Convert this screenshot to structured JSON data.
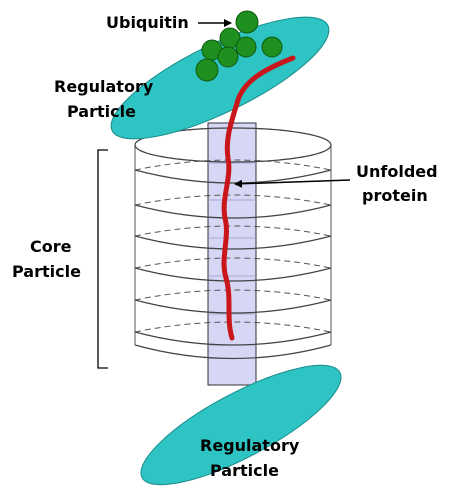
{
  "labels": {
    "ubiquitin": "Ubiquitin",
    "regulatory_top_line1": "Regulatory",
    "regulatory_top_line2": "Particle",
    "unfolded_line1": "Unfolded",
    "unfolded_line2": "protein",
    "core_line1": "Core",
    "core_line2": "Particle",
    "regulatory_bottom_line1": "Regulatory",
    "regulatory_bottom_line2": "Particle"
  },
  "colors": {
    "regulatory_particle": "#2ec4c4",
    "ubiquitin": "#1f8f1f",
    "unfolded_protein": "#c8161b",
    "core_channel": "#d6d6f5",
    "ring_outline": "#444444"
  },
  "icons": {
    "ubiquitin_marker": "green-circle",
    "arrow": "arrow-right"
  }
}
